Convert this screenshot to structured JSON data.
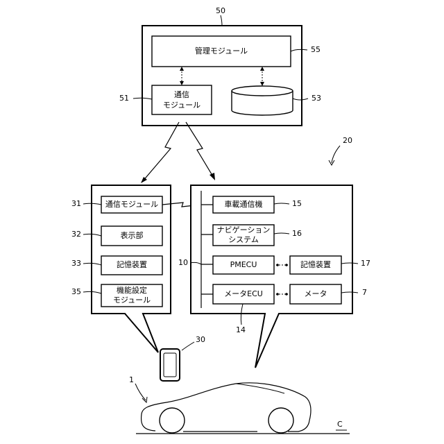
{
  "server": {
    "ref": "50",
    "management_module": {
      "label": "管理モジュール",
      "ref": "55"
    },
    "comm_module": {
      "line1": "通信",
      "line2": "モジュール",
      "ref": "51"
    },
    "database": {
      "ref": "53"
    }
  },
  "system_ref": "20",
  "phone_panel": {
    "comm_module": {
      "label": "通信モジュール",
      "ref": "31"
    },
    "display": {
      "label": "表示部",
      "ref": "32"
    },
    "storage": {
      "label": "記憶装置",
      "ref": "33"
    },
    "function_setting": {
      "line1": "機能設定",
      "line2": "モジュール",
      "ref": "35"
    }
  },
  "vehicle_panel": {
    "onboard_comm": {
      "label": "車載通信機",
      "ref": "15"
    },
    "navigation": {
      "line1": "ナビゲーション",
      "line2": "システム",
      "ref": "16"
    },
    "pmecu": {
      "label": "PMECU",
      "ref": "10"
    },
    "storage": {
      "label": "記憶装置",
      "ref": "17"
    },
    "meter_ecu": {
      "label": "メータECU",
      "ref": "14"
    },
    "meter": {
      "label": "メータ",
      "ref": "7"
    }
  },
  "smartphone_ref": "30",
  "vehicle_ref": "1",
  "corner_letter": "C"
}
